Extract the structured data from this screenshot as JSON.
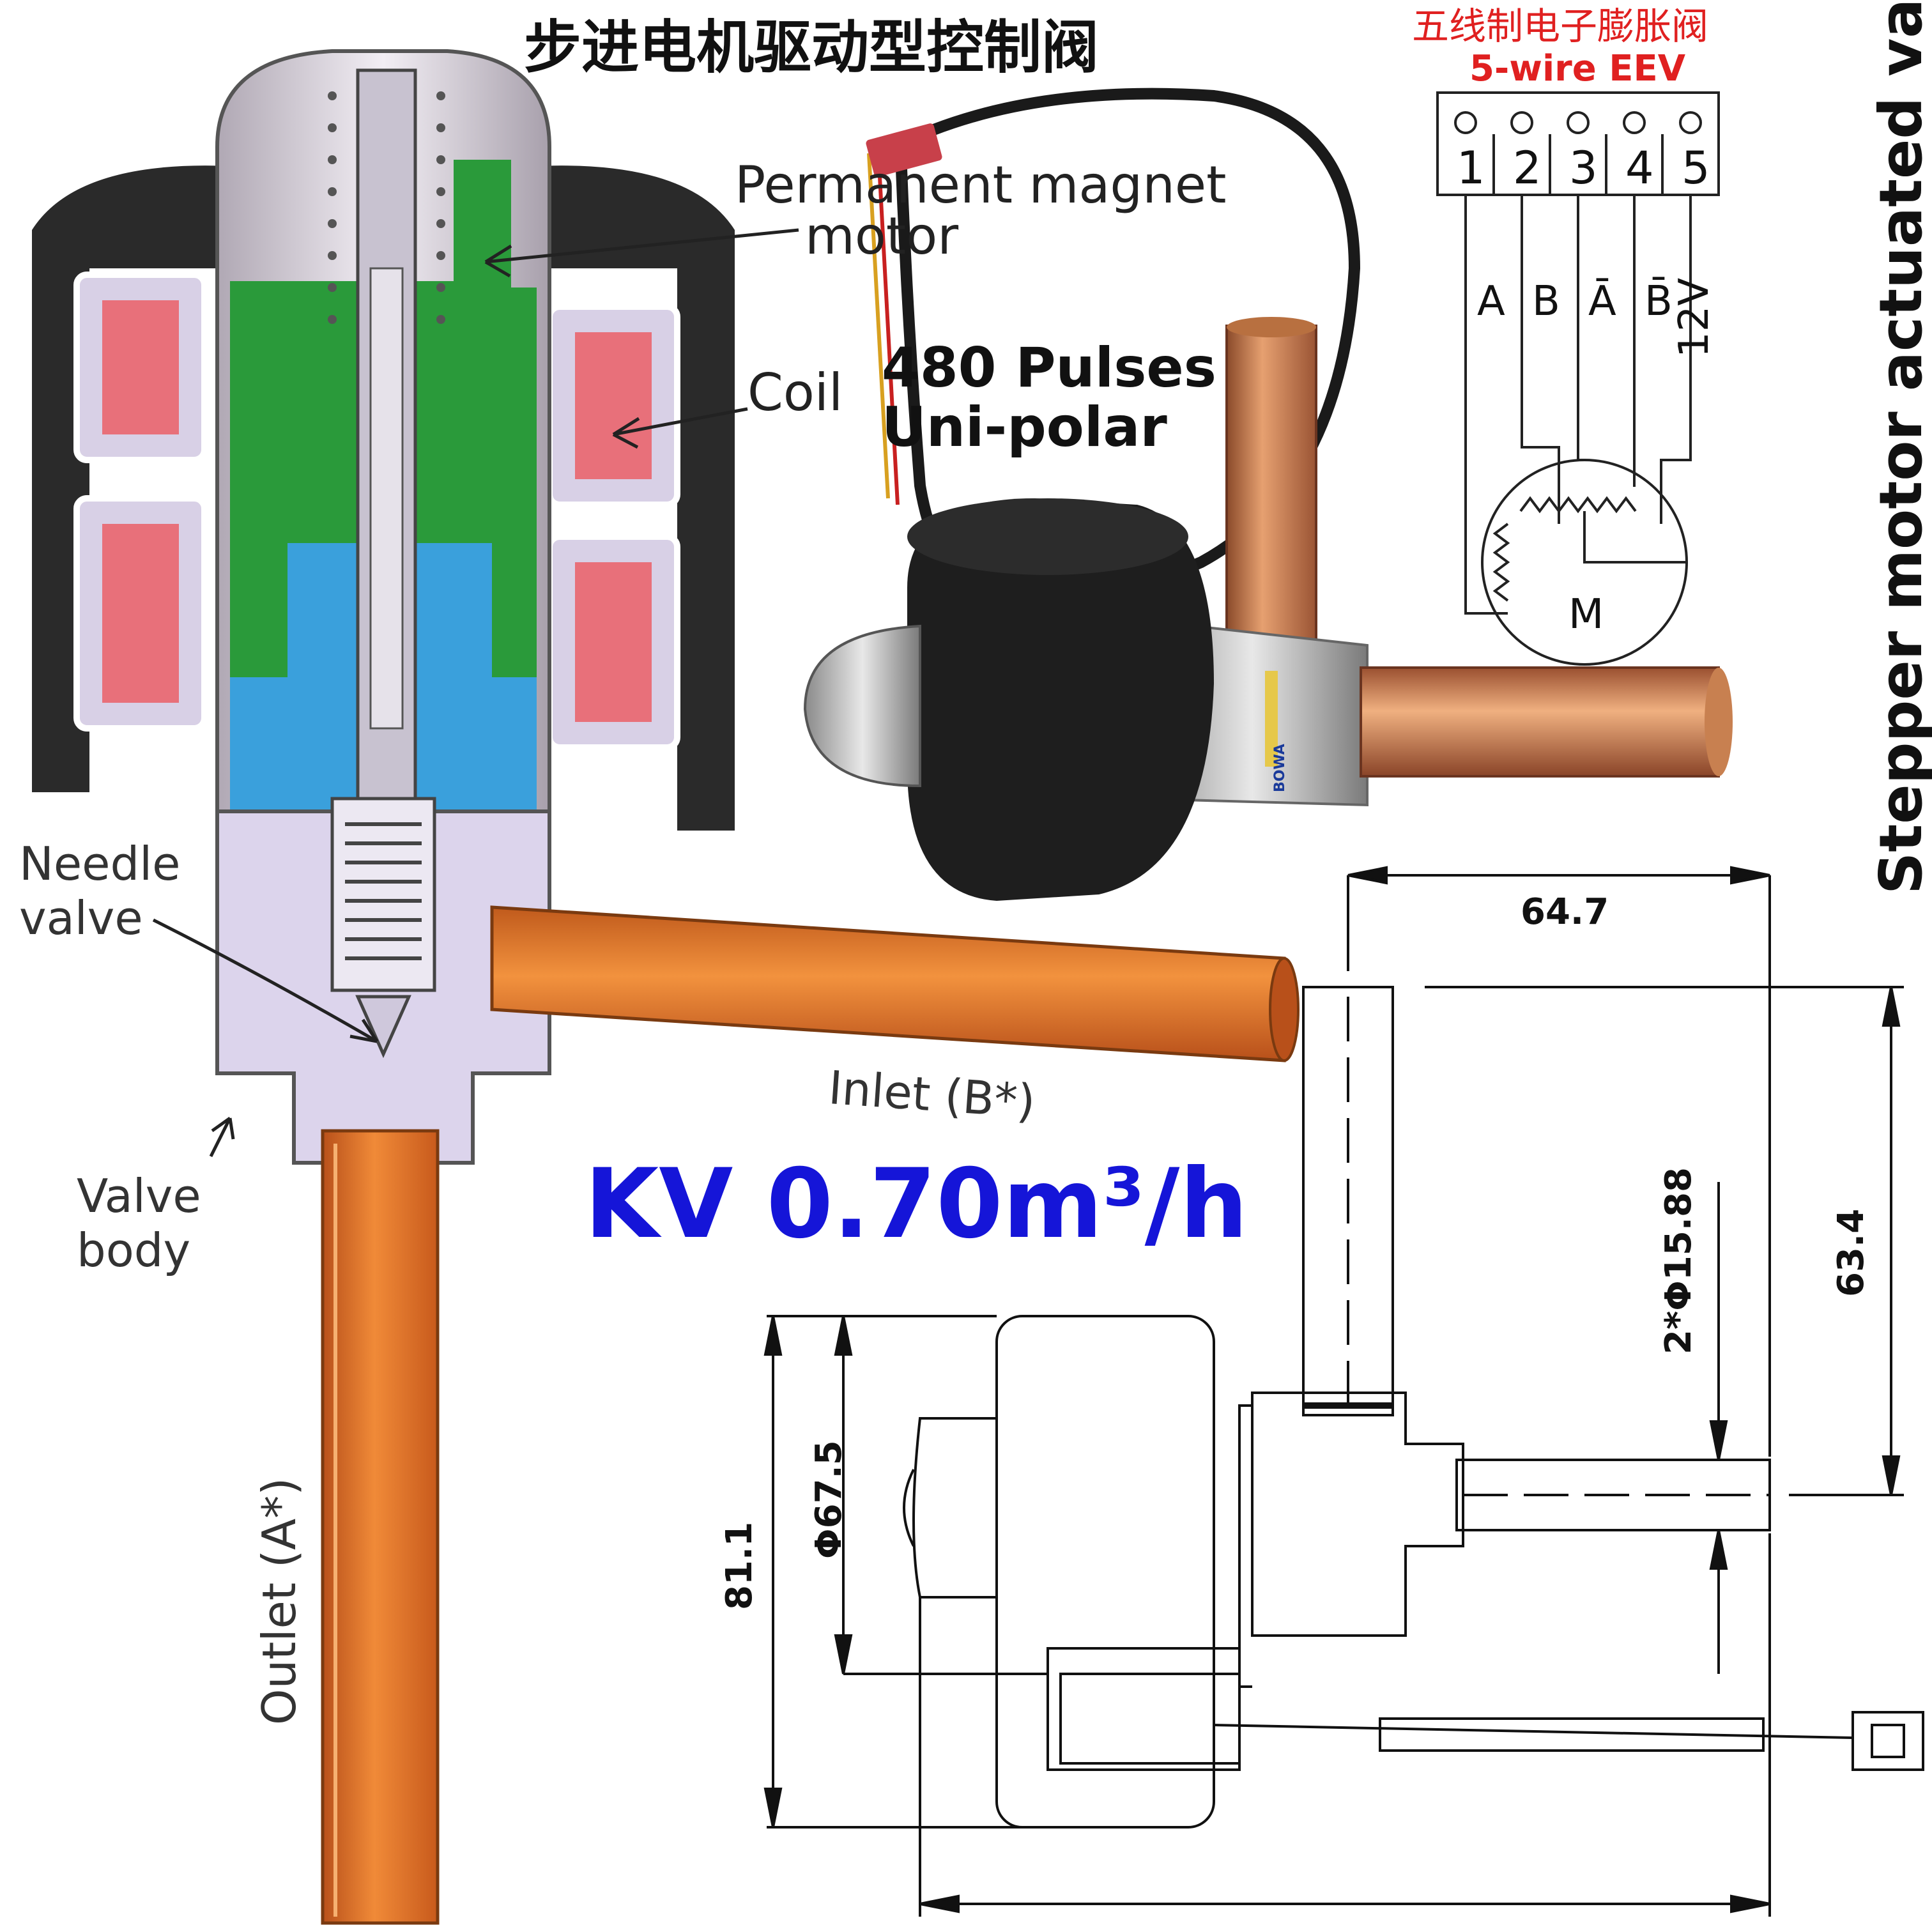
{
  "title_cn": "步进电机驱动型控制阀",
  "eev": {
    "cn": "五线制电子膨胀阀",
    "en": "5-wire EEV"
  },
  "side_title": "Stepper motor actuated valve",
  "pulses": {
    "line1": "480 Pulses",
    "line2": "Uni-polar"
  },
  "kv": "KV 0.70m³/h",
  "labels": {
    "permanent_magnet_motor_line1": "Permanent magnet",
    "permanent_magnet_motor_line2": "motor",
    "coil": "Coil",
    "needle_valve_line1": "Needle",
    "needle_valve_line2": "valve",
    "valve_body_line1": "Valve",
    "valve_body_line2": "body",
    "inlet": "Inlet (B*)",
    "outlet": "Outlet (A*)"
  },
  "wiring": {
    "pins": [
      "1",
      "2",
      "3",
      "4",
      "5"
    ],
    "signals": [
      "A",
      "B",
      "Ā",
      "B̄",
      "12V"
    ],
    "motor_symbol": "M"
  },
  "brand": "BOWA",
  "dimensions": {
    "top_width": "64.7",
    "height": "63.4",
    "pipe_diameter": "2*Φ15.88",
    "body_diameter": "Φ67.5",
    "overall_height": "81.1"
  },
  "colors": {
    "magnet_green": "#2a9a3a",
    "coil_red": "#e8707a",
    "rotor_blue": "#3aa0dc",
    "copper_orange": "#e27020",
    "body_lavender": "#dcd4ec",
    "housing_black": "#222222",
    "kv_blue": "#1515d8",
    "eev_red": "#e02020"
  }
}
